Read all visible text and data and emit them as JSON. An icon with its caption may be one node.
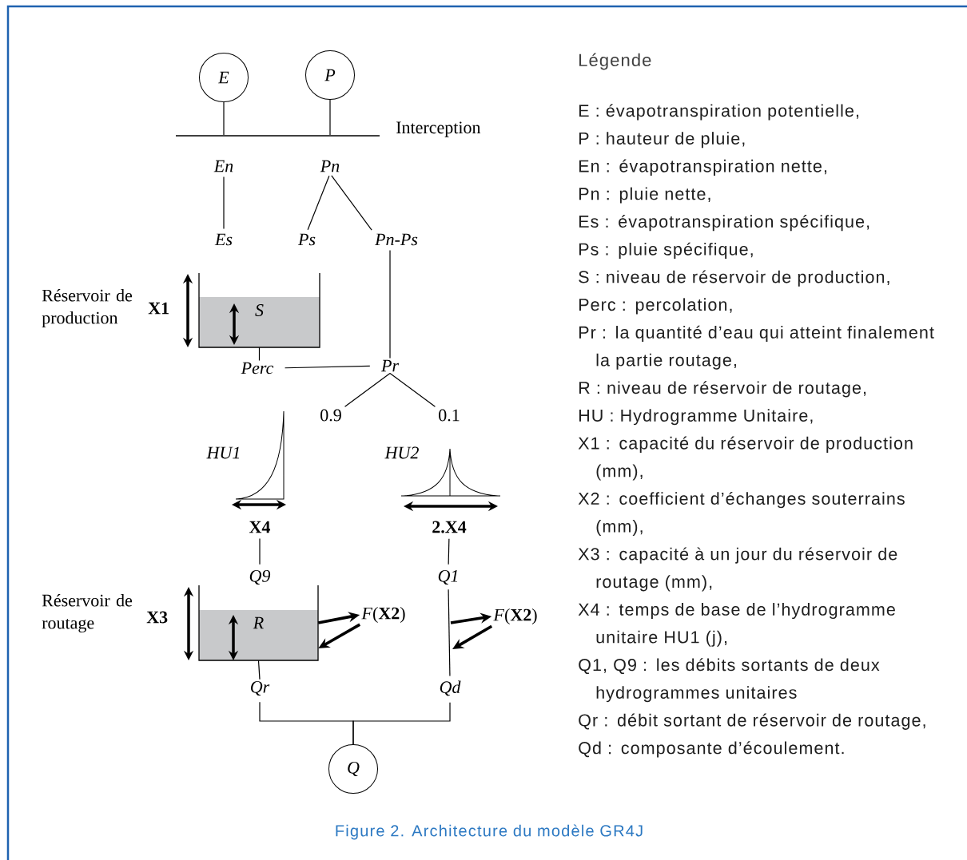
{
  "diagram": {
    "caption": "Figure 2. Architecture du modèle GR4J",
    "nodes": [
      {
        "text": [
          "E"
        ]
      },
      {
        "text": [
          "P"
        ]
      },
      {
        "text": [],
        "shape": "bar",
        "beside": [
          "Interception"
        ]
      },
      {
        "text": [
          "En"
        ]
      },
      {
        "text": [
          "Pn"
        ]
      },
      {
        "text": [
          "Es"
        ]
      },
      {
        "text": [
          "Ps"
        ]
      },
      {
        "text": [
          "Pn-Ps"
        ]
      },
      {
        "text": [
          "S"
        ],
        "beside": [
          "Réservoir de production",
          "X1"
        ]
      },
      {
        "text": [
          "Perc"
        ]
      },
      {
        "text": [
          "Pr"
        ]
      },
      {
        "text": [
          "0.9"
        ]
      },
      {
        "text": [
          "0.1"
        ]
      },
      {
        "text": [
          "HU1"
        ]
      },
      {
        "text": [
          "HU2"
        ]
      },
      {
        "text": [
          "X4"
        ]
      },
      {
        "text": [
          "2.X4"
        ]
      },
      {
        "text": [
          "Q9"
        ]
      },
      {
        "text": [
          "Q1"
        ]
      },
      {
        "text": [
          "R"
        ],
        "beside": [
          "Réservoir de routage",
          "X3"
        ]
      },
      {
        "text": [
          "*F*(**X2**)"
        ]
      },
      {
        "text": [
          "*F*(**X2**)"
        ]
      },
      {
        "text": [
          "Qr"
        ]
      },
      {
        "text": [
          "Qd"
        ]
      },
      {
        "text": [
          "Q"
        ]
      }
    ],
    "edges": [
      {
        "from": 0,
        "to": 2,
        "arrow": "none"
      },
      {
        "from": 1,
        "to": 2,
        "arrow": "none"
      },
      {
        "from": 3,
        "to": 5,
        "arrow": "none"
      },
      {
        "from": 4,
        "to": 6,
        "arrow": "none"
      },
      {
        "from": 4,
        "to": 7,
        "arrow": "none"
      },
      {
        "from": 8,
        "to": 9,
        "arrow": "none"
      },
      {
        "from": 7,
        "to": 10,
        "arrow": "none"
      },
      {
        "from": 9,
        "to": 10,
        "arrow": "none"
      },
      {
        "from": 10,
        "to": 11,
        "arrow": "none"
      },
      {
        "from": 10,
        "to": 12,
        "arrow": "none"
      },
      {
        "from": 15,
        "to": 17,
        "arrow": "none"
      },
      {
        "from": 16,
        "to": 18,
        "arrow": "none"
      },
      {
        "from": 19,
        "to": 20,
        "arrow": "to",
        "style": "thick"
      },
      {
        "from": 20,
        "to": 19,
        "arrow": "to",
        "style": "thick"
      },
      {
        "from": 18,
        "to": 23,
        "arrow": "none"
      },
      {
        "from": null,
        "to": 21,
        "arrow": "to",
        "style": "thick"
      },
      {
        "from": 21,
        "to": null,
        "arrow": "to",
        "style": "thick"
      },
      {
        "from": 19,
        "to": 22,
        "arrow": "none"
      },
      {
        "from": 22,
        "to": 24,
        "arrow": "none"
      },
      {
        "from": 23,
        "to": 24,
        "arrow": "none"
      }
    ],
    "labels": [
      "Légende",
      "E : évapotranspiration potentielle,",
      "P : hauteur de pluie,",
      "En : évapotranspiration nette,",
      "Pn : pluie nette,",
      "Es : évapotranspiration spécifique,",
      "Ps : pluie spécifique,",
      "S : niveau de réservoir de production,",
      "Perc : percolation,",
      "Pr : la quantité d’eau qui atteint finalement la partie routage,",
      "R : niveau de réservoir de routage,",
      "HU : Hydrogramme Unitaire,",
      "X1 : capacité du réservoir de production (mm),",
      "X2 : coefficient d’échanges souterrains (mm),",
      "X3 : capacité à un jour du réservoir de routage (mm),",
      "X4 : temps de base de l’hydrogramme unitaire HU1 (j),",
      "Q1, Q9 : les débits sortants de deux hydrogrammes unitaires",
      "Qr : débit sortant de réservoir de routage,",
      "Qd : composante d’écoulement."
    ]
  }
}
